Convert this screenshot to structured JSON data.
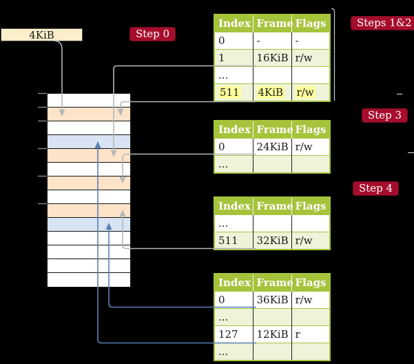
{
  "title": "Page table translation steps diagram",
  "colors": {
    "background": "#000000",
    "table_green": "#a6c33c",
    "row_light_green": "#eef3da",
    "memory_peach": "#fde3c8",
    "memory_blue": "#d8e4f3",
    "frame_box_cream": "#fbeecb",
    "step_label_crimson": "#a60d2d",
    "gray_connector": "#b3b8bb",
    "blue_connector": "#5b7fb5",
    "highlight_yellow": "#ffff9c"
  },
  "frame_box": {
    "label": "4KiB"
  },
  "step_labels": {
    "step0": "Step 0",
    "steps12": "Steps 1&2",
    "step3": "Step 3",
    "step4": "Step 4"
  },
  "tables": [
    {
      "name": "page-table-steps-1-2",
      "headers": [
        "Index",
        "Frame",
        "Flags"
      ],
      "rows": [
        {
          "cells": [
            "0",
            "-",
            "-"
          ],
          "shade": false,
          "highlight": false
        },
        {
          "cells": [
            "1",
            "16KiB",
            "r/w"
          ],
          "shade": true,
          "highlight": false
        },
        {
          "cells": [
            "...",
            "",
            ""
          ],
          "shade": false,
          "highlight": false
        },
        {
          "cells": [
            "511",
            "4KiB",
            "r/w"
          ],
          "shade": true,
          "highlight": true
        }
      ]
    },
    {
      "name": "page-table-step-3",
      "headers": [
        "Index",
        "Frame",
        "Flags"
      ],
      "rows": [
        {
          "cells": [
            "0",
            "24KiB",
            "r/w"
          ],
          "shade": false,
          "highlight": false
        },
        {
          "cells": [
            "...",
            "",
            ""
          ],
          "shade": true,
          "highlight": false
        }
      ]
    },
    {
      "name": "page-table-step-4",
      "headers": [
        "Index",
        "Frame",
        "Flags"
      ],
      "rows": [
        {
          "cells": [
            "...",
            "",
            ""
          ],
          "shade": false,
          "highlight": false
        },
        {
          "cells": [
            "511",
            "32KiB",
            "r/w"
          ],
          "shade": true,
          "highlight": false
        }
      ]
    },
    {
      "name": "page-table-final",
      "headers": [
        "Index",
        "Frame",
        "Flags"
      ],
      "rows": [
        {
          "cells": [
            "0",
            "36KiB",
            "r/w"
          ],
          "shade": false,
          "highlight": false
        },
        {
          "cells": [
            "...",
            "",
            ""
          ],
          "shade": true,
          "highlight": false
        },
        {
          "cells": [
            "127",
            "12KiB",
            "r"
          ],
          "shade": false,
          "highlight": false
        },
        {
          "cells": [
            "...",
            "",
            ""
          ],
          "shade": true,
          "highlight": false
        }
      ]
    }
  ],
  "memory_column": {
    "rows": [
      "white",
      "peach",
      "white",
      "blue",
      "peach",
      "white",
      "peach",
      "white",
      "peach",
      "blue",
      "white",
      "white",
      "white",
      "white"
    ]
  }
}
